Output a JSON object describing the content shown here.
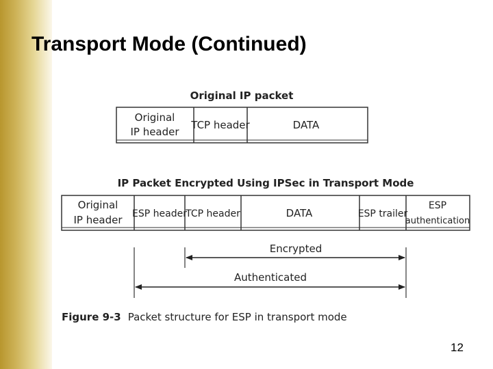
{
  "slide": {
    "title": "Transport Mode (Continued)",
    "page_number": "12"
  },
  "diagram": {
    "top_title": "Original IP packet",
    "top_cells": [
      {
        "lines": [
          "Original",
          "IP header"
        ]
      },
      {
        "lines": [
          "TCP header"
        ]
      },
      {
        "lines": [
          "DATA"
        ]
      }
    ],
    "bottom_title": "IP Packet Encrypted Using IPSec in Transport Mode",
    "bottom_cells": [
      {
        "lines": [
          "Original",
          "IP header"
        ]
      },
      {
        "lines": [
          "ESP header"
        ]
      },
      {
        "lines": [
          "TCP header"
        ]
      },
      {
        "lines": [
          "DATA"
        ]
      },
      {
        "lines": [
          "ESP trailer"
        ]
      },
      {
        "lines": [
          "ESP",
          "authentication"
        ]
      }
    ],
    "encrypted_label": "Encrypted",
    "authenticated_label": "Authenticated",
    "caption": {
      "figure_number": "Figure 9-3",
      "text": "Packet structure for ESP in transport mode"
    }
  }
}
